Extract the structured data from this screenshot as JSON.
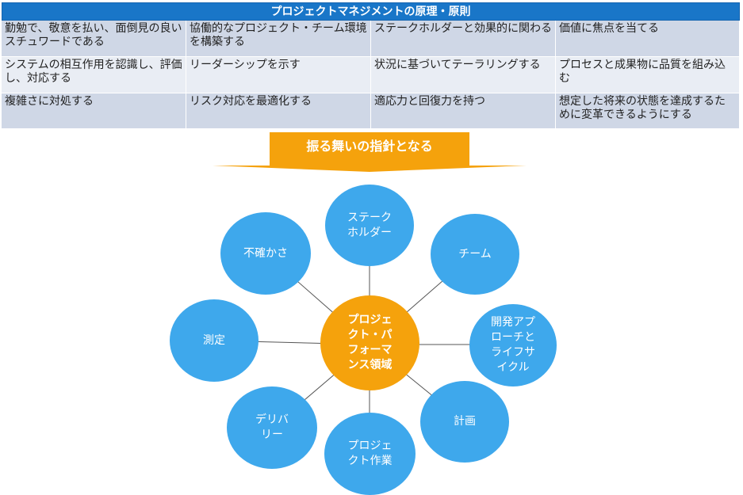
{
  "principles": {
    "title": "プロジェクトマネジメントの原理・原則",
    "rows": [
      [
        "勤勉で、敬意を払い、面倒見の良いスチュワードである",
        "協働的なプロジェクト・チーム環境を構築する",
        "ステークホルダーと効果的に関わる",
        "価値に焦点を当てる"
      ],
      [
        "システムの相互作用を認識し、評価し、対応する",
        "リーダーシップを示す",
        "状況に基づいてテーラリングする",
        "プロセスと成果物に品質を組み込む"
      ],
      [
        "複雑さに対処する",
        "リスク対応を最適化する",
        "適応力と回復力を持つ",
        "想定した将来の状態を達成するために変革できるようにする"
      ]
    ]
  },
  "arrow": {
    "label": "振る舞いの指針となる"
  },
  "center": {
    "label": "プロジェ\nクト・パ\nフォーマ\nンス領域"
  },
  "domains": {
    "stakeholder": "ステーク\nホルダー",
    "team": "チーム",
    "approach": "開発アプ\nローチと\nライフサ\nイクル",
    "planning": "計画",
    "work": "プロジェ\nクト作業",
    "delivery": "デリバ\nリー",
    "measurement": "測定",
    "uncertainty": "不確かさ"
  },
  "colors": {
    "header": "#1976c8",
    "arrow": "#f5a20c",
    "center": "#f5a20c",
    "node": "#3ea8ec"
  }
}
